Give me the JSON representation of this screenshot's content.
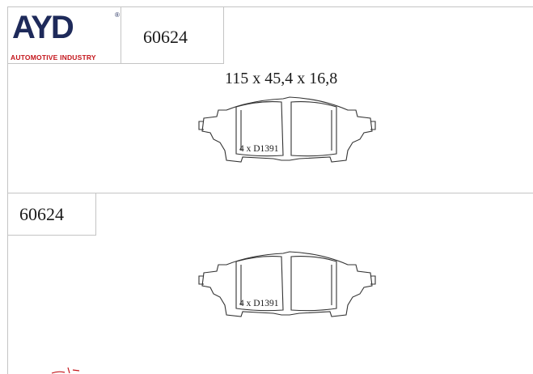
{
  "brand": {
    "name": "AYD",
    "registered": "®",
    "tagline": "AUTOMOTIVE INDUSTRY",
    "brand_color": "#1e2a5a",
    "tagline_color": "#c4161c"
  },
  "part_number_top": "60624",
  "dimensions": "115 x 45,4 x 16,8",
  "part_number_bottom": "60624",
  "pad_top": {
    "label": "4 x D1391"
  },
  "pad_bottom": {
    "label": "4 x D1391"
  }
}
